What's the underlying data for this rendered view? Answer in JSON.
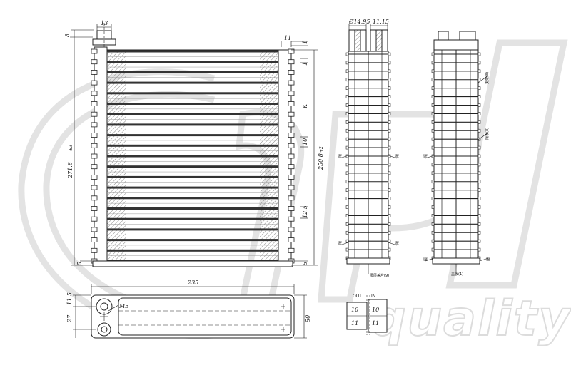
{
  "watermark": {
    "text": "quality",
    "color": "#d9d9d9"
  },
  "colors": {
    "line": "#222222",
    "fin": "#444444",
    "hatch": "#777777"
  },
  "front_view": {
    "tube_count": 20,
    "dims": {
      "fitting_width": "13",
      "top_offset": "8",
      "overall_height": "271.8",
      "overall_height_tol": "±3",
      "header_width": "11",
      "top_gap_1": "1",
      "top_gap_2": "1",
      "core_height": "250.8",
      "core_height_tol": "+2",
      "tube_pitch": "10",
      "fin_pitch": "12.5",
      "bottom_gap": "5",
      "bottom_offset": "5",
      "direction_mark": "K"
    }
  },
  "side_view_1": {
    "dims": {
      "pipe_dia": "Ø14.95",
      "pipe_spacing": "11.15"
    },
    "notes": {
      "left_mid": "隔",
      "right_mid": "隔",
      "left_bottom": "隔",
      "right_bottom": "隔",
      "bottom_label": "隔层盖片(9)"
    }
  },
  "side_view_2": {
    "notes": {
      "label_top": "支架(8)",
      "label_mid": "隔板(8)",
      "left_mid": "隔",
      "left_bottom": "隔",
      "right_bottom": "隔",
      "bottom_label": "盖板(1)"
    }
  },
  "bottom_view": {
    "dims": {
      "length": "235",
      "top_offset": "11.5",
      "port_spacing": "27",
      "width": "50",
      "thread": "M5"
    }
  },
  "port_detail": {
    "out_label": "OUT",
    "in_label": "IN",
    "cells": [
      "10",
      "10",
      "11",
      "11"
    ]
  }
}
